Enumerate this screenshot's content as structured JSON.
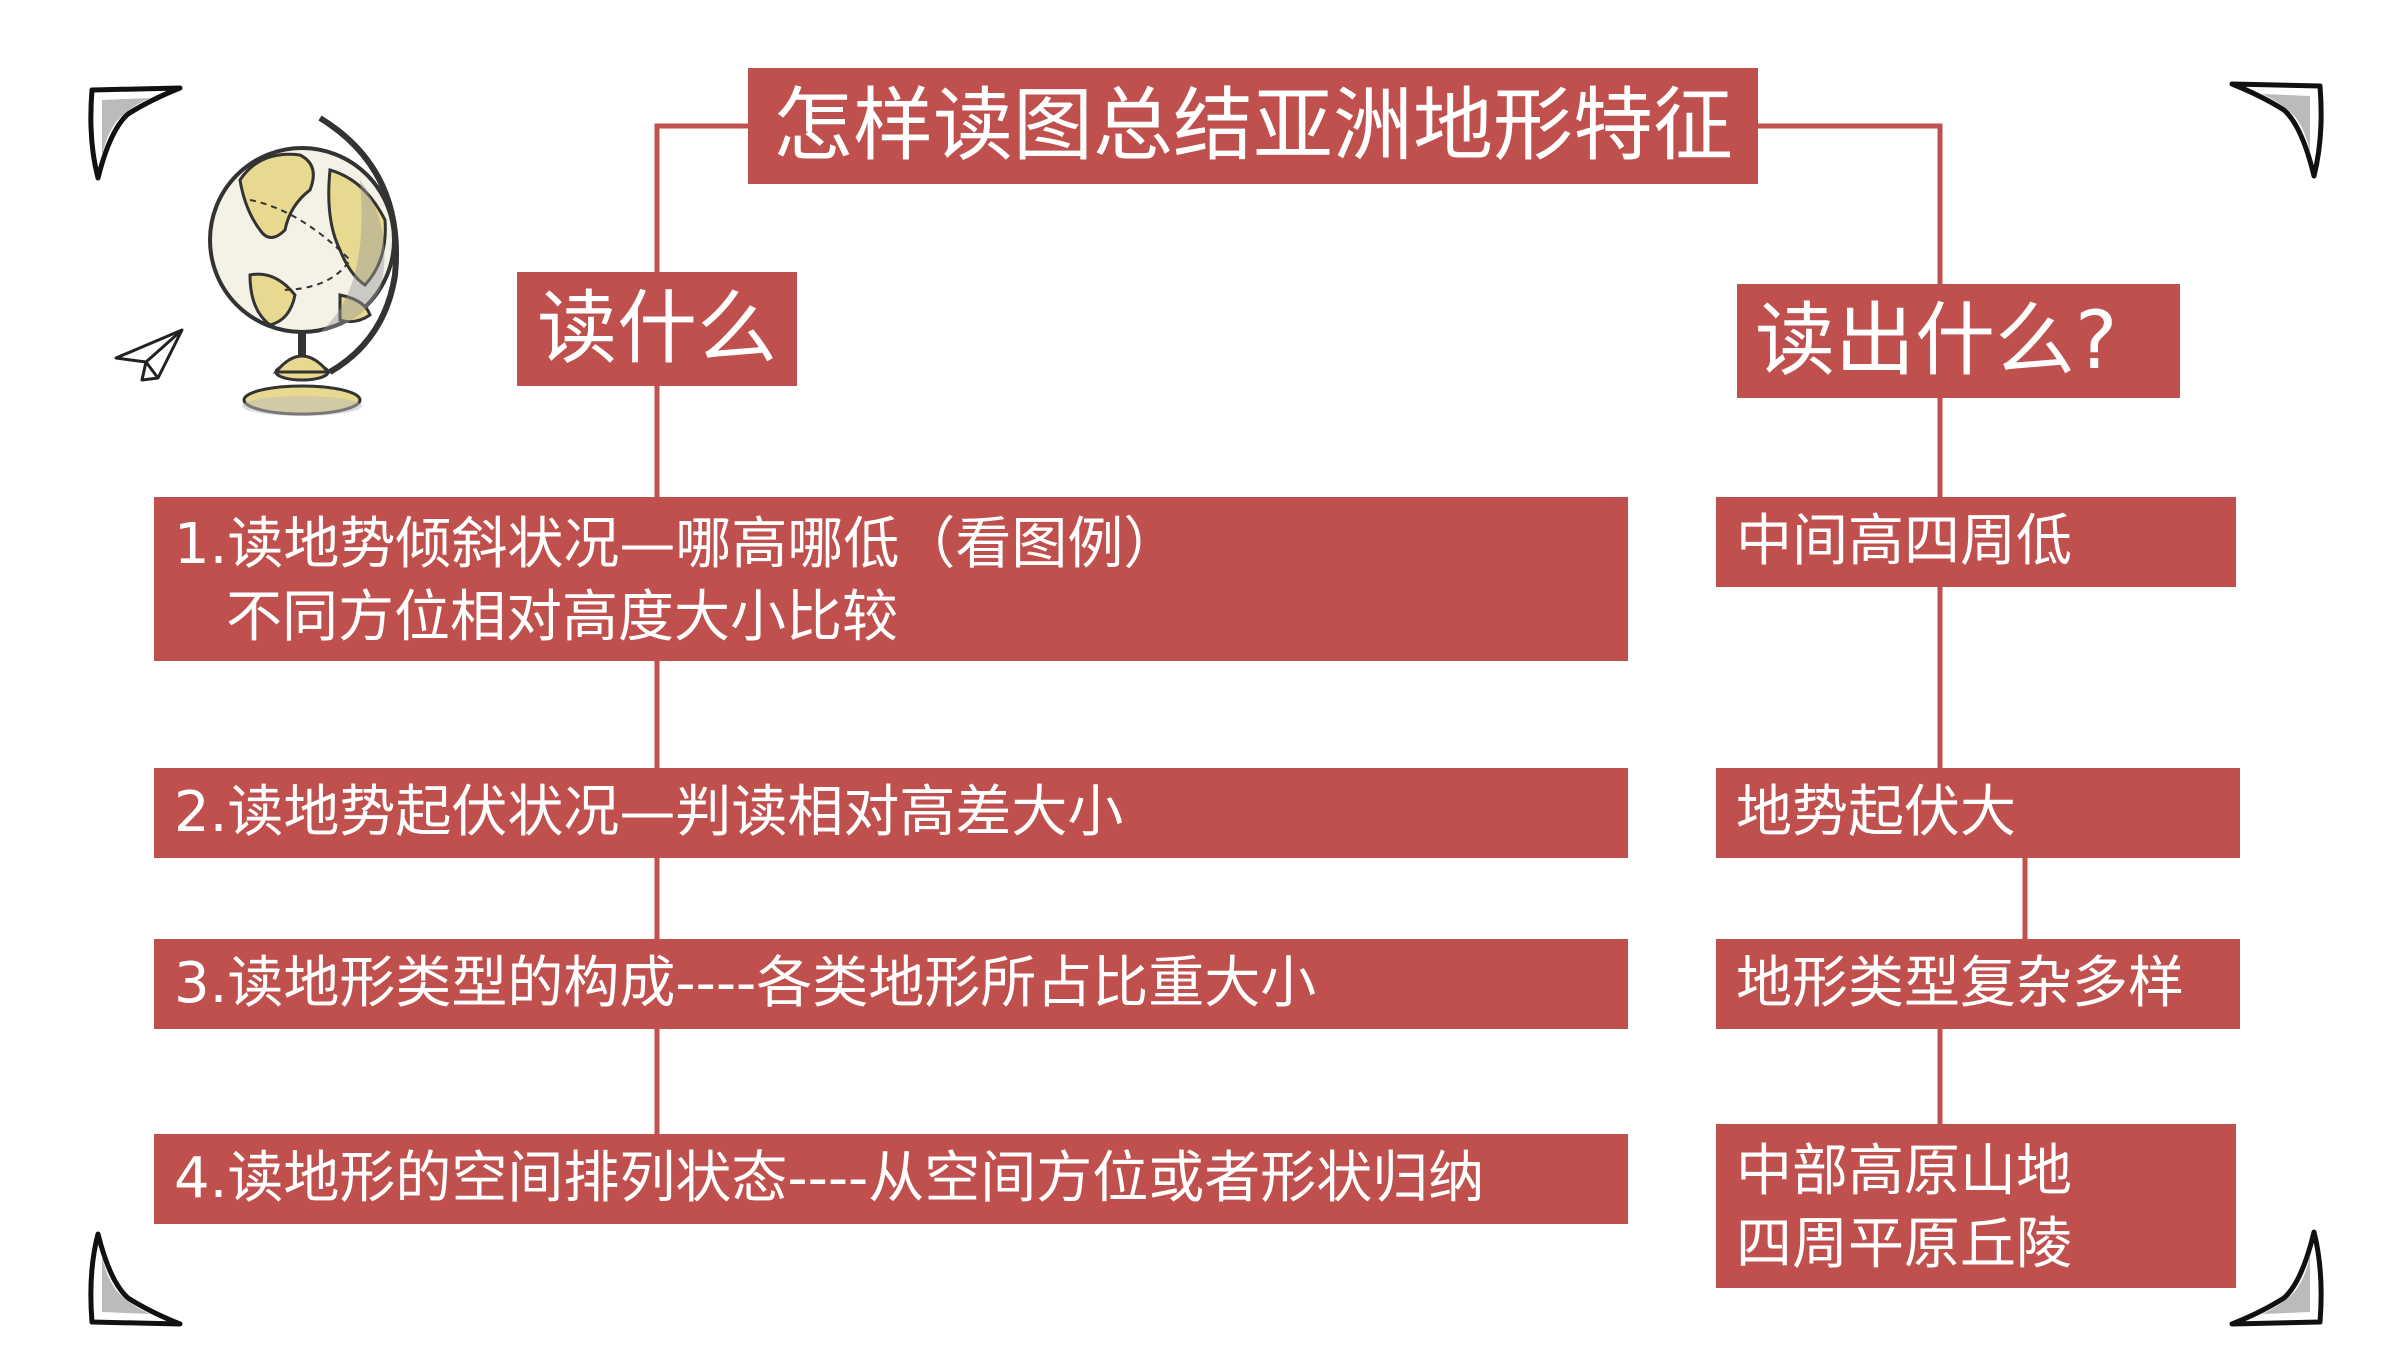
{
  "diagram": {
    "title": "怎样读图总结亚洲地形特征",
    "left_heading": "读什么",
    "right_heading": "读出什么?",
    "steps": [
      {
        "line1": "1.读地势倾斜状况—哪高哪低（看图例）",
        "line2": "不同方位相对高度大小比较"
      },
      {
        "line1": "2.读地势起伏状况—判读相对高差大小"
      },
      {
        "line1": "3.读地形类型的构成----各类地形所占比重大小"
      },
      {
        "line1": "4.读地形的空间排列状态----从空间方位或者形状归纳"
      }
    ],
    "results": [
      {
        "line1": "中间高四周低"
      },
      {
        "line1": "地势起伏大"
      },
      {
        "line1": "地形类型复杂多样"
      },
      {
        "line1": "中部高原山地",
        "line2": "四周平原丘陵"
      }
    ]
  },
  "colors": {
    "box_fill": "#c0504d",
    "connector": "#c0504d",
    "text": "#ffffff",
    "background": "#ffffff"
  },
  "icons": {
    "decoration": [
      "globe-icon",
      "paper-plane-icon",
      "corner-bracket-icon"
    ]
  }
}
